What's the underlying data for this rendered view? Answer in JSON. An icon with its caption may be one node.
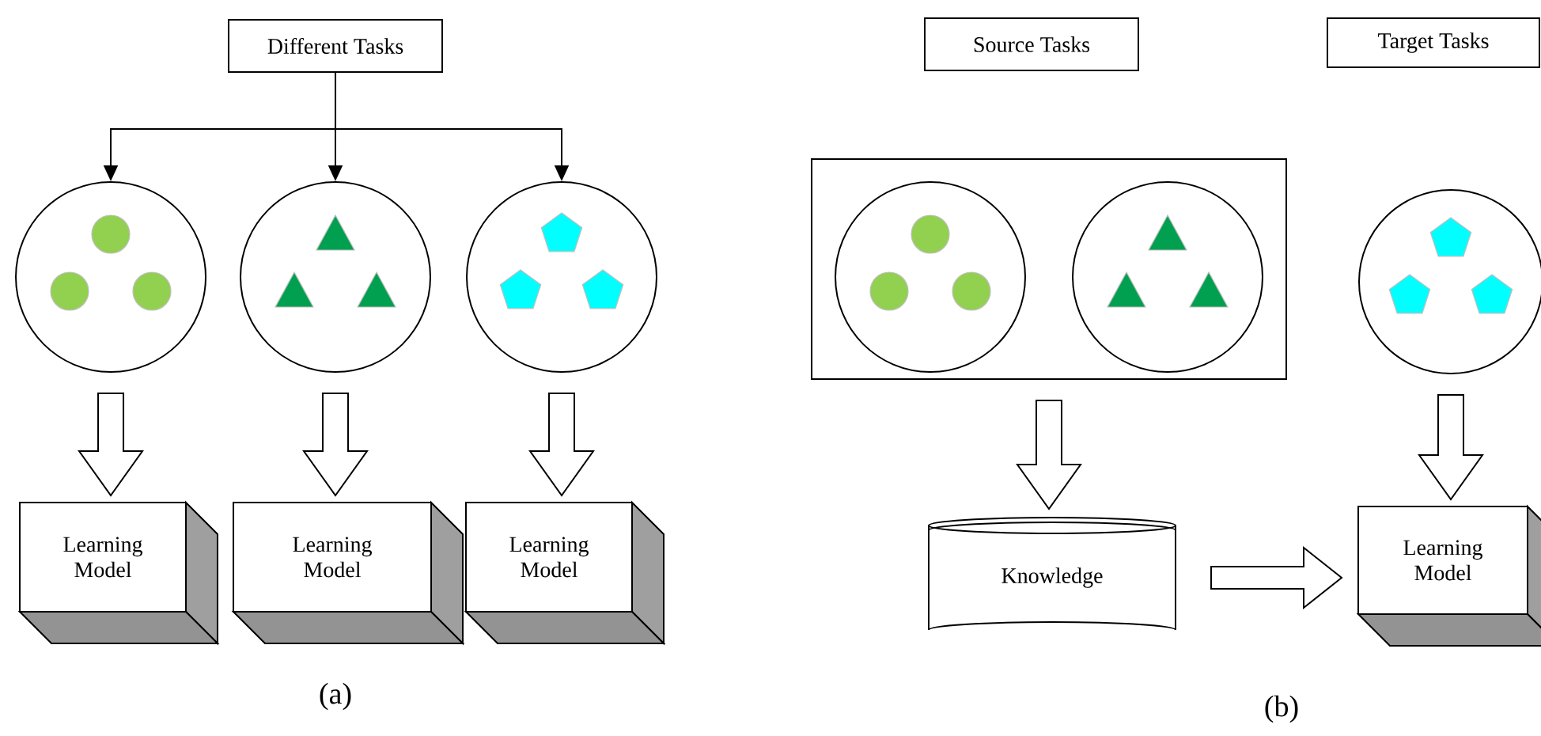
{
  "diagram": {
    "nodes": [
      {
        "text": [
          "Different Tasks"
        ]
      },
      {
        "text": [],
        "shape": "circle"
      },
      {
        "text": [],
        "shape": "circle"
      },
      {
        "text": [],
        "shape": "circle"
      },
      {
        "text": [
          "Learning Model"
        ]
      },
      {
        "text": [
          "Learning Model"
        ]
      },
      {
        "text": [
          "Learning Model"
        ]
      },
      {
        "text": [
          "Source Tasks"
        ]
      },
      {
        "text": [
          "Target Tasks"
        ]
      },
      {
        "text": [],
        "shape": "box"
      },
      {
        "text": [],
        "shape": "circle",
        "in": 9
      },
      {
        "text": [],
        "shape": "circle",
        "in": 9
      },
      {
        "text": [],
        "shape": "circle"
      },
      {
        "text": [
          "Knowledge"
        ]
      },
      {
        "text": [
          "Learning Model"
        ]
      }
    ],
    "edges": [
      {
        "from": 0,
        "to": 1,
        "arrow": "to"
      },
      {
        "from": 0,
        "to": 2,
        "arrow": "to"
      },
      {
        "from": 0,
        "to": 3,
        "arrow": "to"
      },
      {
        "from": 1,
        "to": 4,
        "arrow": "to"
      },
      {
        "from": 2,
        "to": 5,
        "arrow": "to"
      },
      {
        "from": 3,
        "to": 6,
        "arrow": "to"
      },
      {
        "from": 9,
        "to": 13,
        "arrow": "to"
      },
      {
        "from": 12,
        "to": 14,
        "arrow": "to"
      },
      {
        "from": 13,
        "to": 14,
        "arrow": "to"
      }
    ],
    "labels": [
      "(a)",
      "(b)"
    ]
  }
}
